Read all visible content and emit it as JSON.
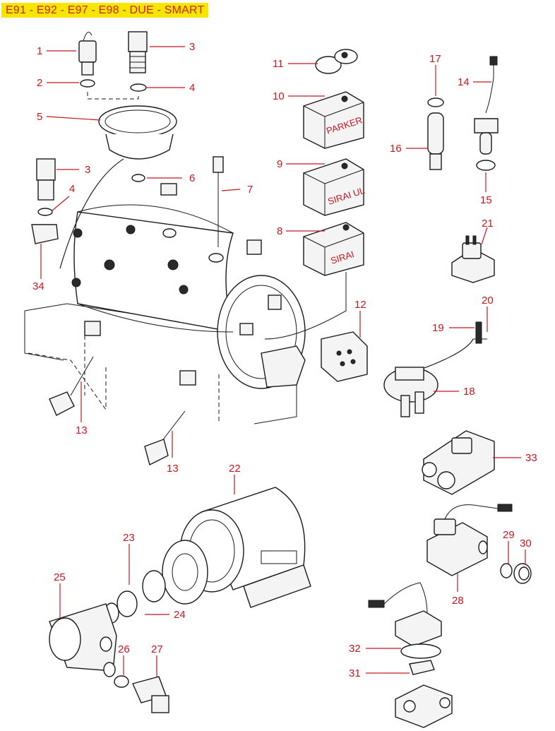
{
  "title": "E91 - E92 - E97 - E98 - DUE - SMART",
  "labels": {
    "l1": "1",
    "l2": "2",
    "l3a": "3",
    "l3b": "3",
    "l4a": "4",
    "l4b": "4",
    "l5": "5",
    "l6": "6",
    "l7": "7",
    "l8": "8",
    "l9": "9",
    "l10": "10",
    "l11": "11",
    "l12": "12",
    "l13a": "13",
    "l13b": "13",
    "l14": "14",
    "l15": "15",
    "l16": "16",
    "l17": "17",
    "l18": "18",
    "l19": "19",
    "l20": "20",
    "l21": "21",
    "l22": "22",
    "l23": "23",
    "l24": "24",
    "l25": "25",
    "l26": "26",
    "l27": "27",
    "l28": "28",
    "l29": "29",
    "l30": "30",
    "l31": "31",
    "l32": "32",
    "l33": "33",
    "l34": "34"
  },
  "brands": {
    "parker": "PARKER",
    "sirai_ul": "SIRAI UL",
    "sirai": "SIRAI"
  }
}
